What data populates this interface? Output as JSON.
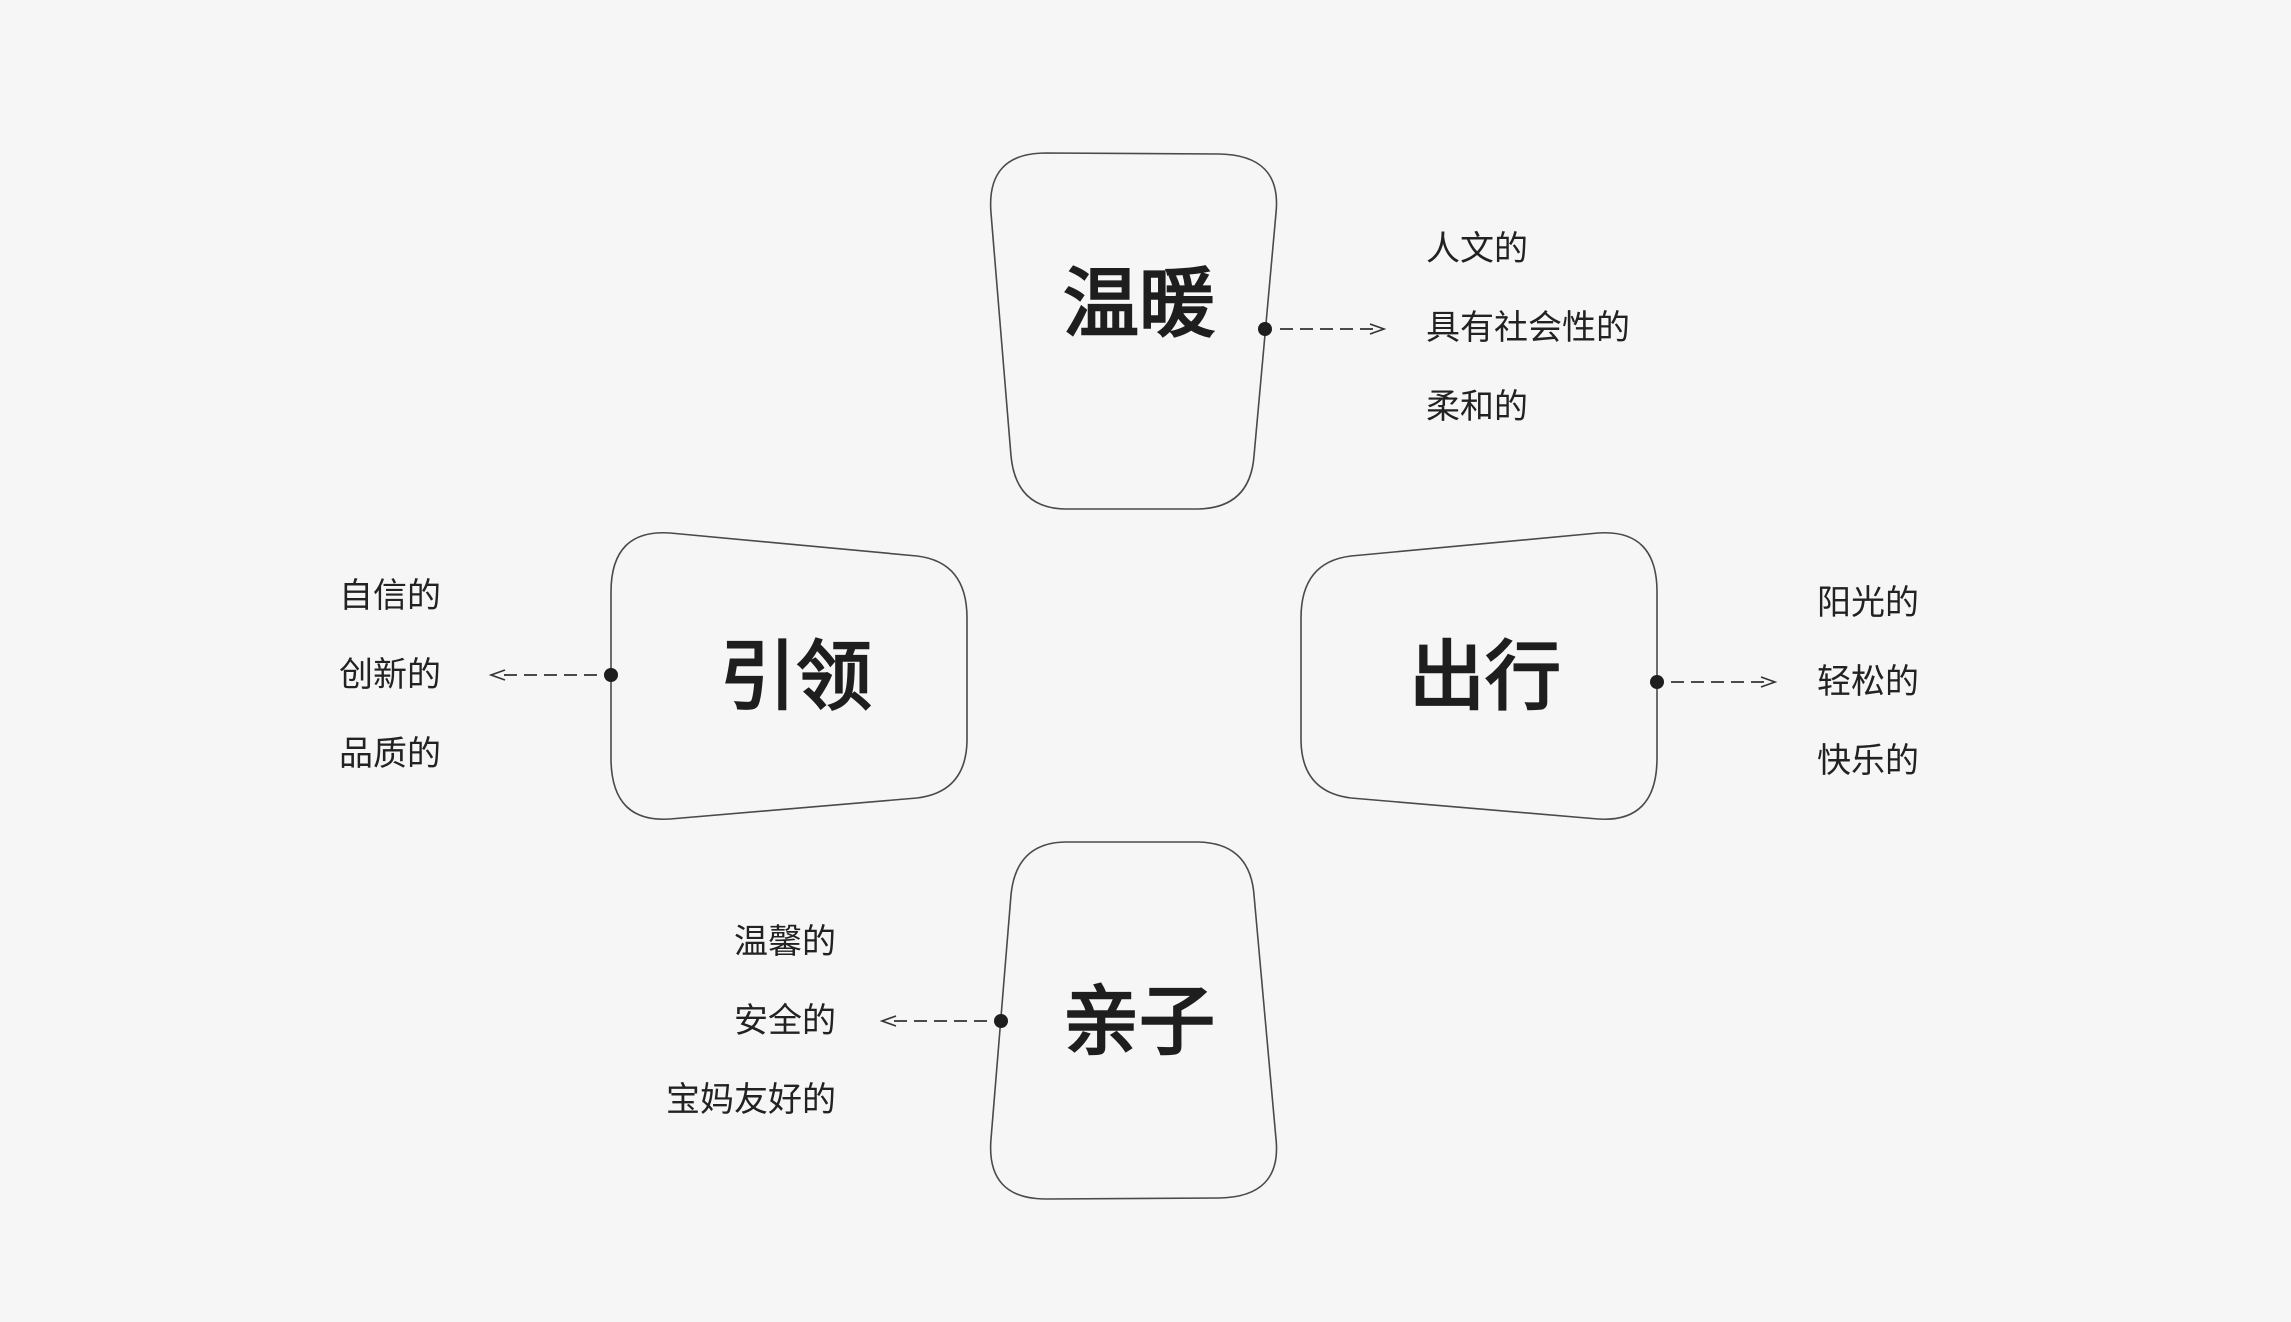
{
  "nodes": {
    "warm": {
      "title": "温暖",
      "attributes": [
        "人文的",
        "具有社会性的",
        "柔和的"
      ]
    },
    "lead": {
      "title": "引领",
      "attributes": [
        "自信的",
        "创新的",
        "品质的"
      ]
    },
    "travel": {
      "title": "出行",
      "attributes": [
        "阳光的",
        "轻松的",
        "快乐的"
      ]
    },
    "family": {
      "title": "亲子",
      "attributes": [
        "温馨的",
        "安全的",
        "宝妈友好的"
      ]
    }
  },
  "colors": {
    "background": "#f6f6f6",
    "text": "#1e1e1e",
    "outline": "#4a4a4a"
  }
}
